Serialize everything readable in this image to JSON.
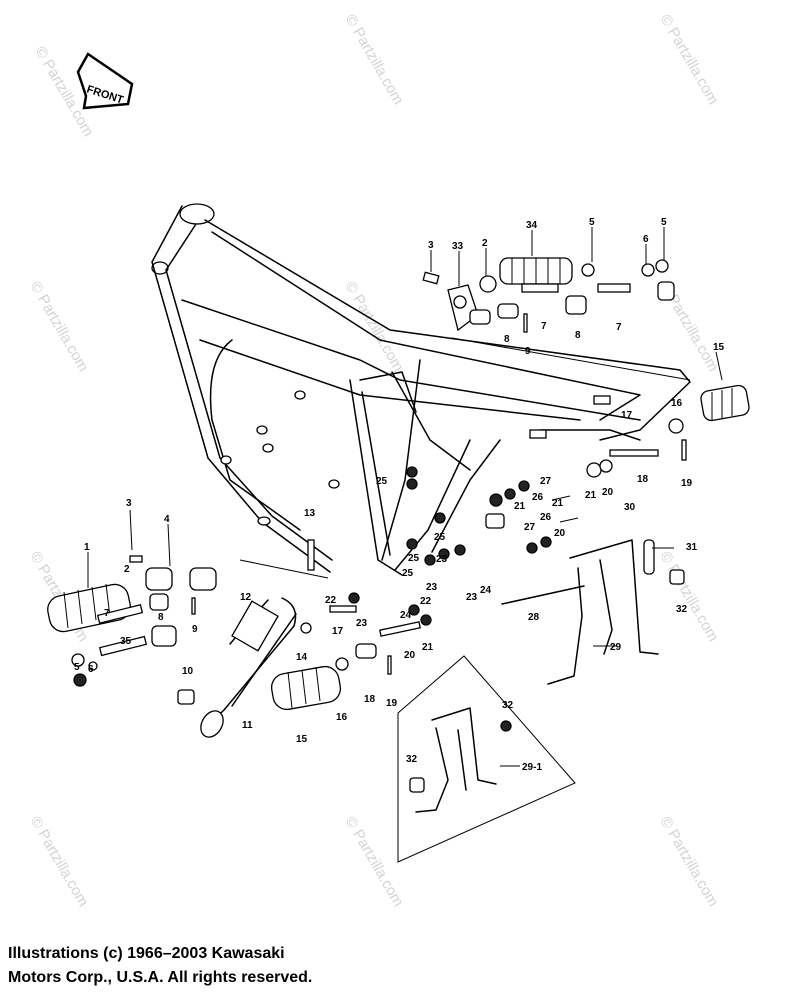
{
  "front_label": "FRONT",
  "watermark": "© Partzilla.com",
  "callouts": {
    "c1": "1",
    "c2a": "2",
    "c2b": "2",
    "c3a": "3",
    "c3b": "3",
    "c4": "4",
    "c5a": "5",
    "c5b": "5",
    "c5c": "5",
    "c6a": "6",
    "c6b": "6",
    "c7a": "7",
    "c7b": "7",
    "c8a": "8",
    "c8b": "8",
    "c8c": "8",
    "c9a": "9",
    "c9b": "9",
    "c10": "10",
    "c11": "11",
    "c12": "12",
    "c13": "13",
    "c14": "14",
    "c15a": "15",
    "c15b": "15",
    "c16a": "16",
    "c16b": "16",
    "c17a": "17",
    "c17b": "17",
    "c18a": "18",
    "c18b": "18",
    "c19a": "19",
    "c19b": "19",
    "c20a": "20",
    "c20b": "20",
    "c20c": "20",
    "c21a": "21",
    "c21b": "21",
    "c21c": "21",
    "c21d": "21",
    "c22a": "22",
    "c22b": "22",
    "c23a": "23",
    "c23b": "23",
    "c23c": "23",
    "c24a": "24",
    "c24b": "24",
    "c25a": "25",
    "c25b": "25",
    "c25c": "25",
    "c25d": "25",
    "c26a": "26",
    "c26b": "26",
    "c27a": "27",
    "c27b": "27",
    "c28": "28",
    "c29": "29",
    "c291": "29-1",
    "c30": "30",
    "c31": "31",
    "c32a": "32",
    "c32b": "32",
    "c32c": "32",
    "c33": "33",
    "c34": "34",
    "c35": "35"
  },
  "copyright": {
    "line1": "Illustrations (c) 1966–2003 Kawasaki",
    "line2": "Motors Corp., U.S.A.  All rights reserved."
  }
}
